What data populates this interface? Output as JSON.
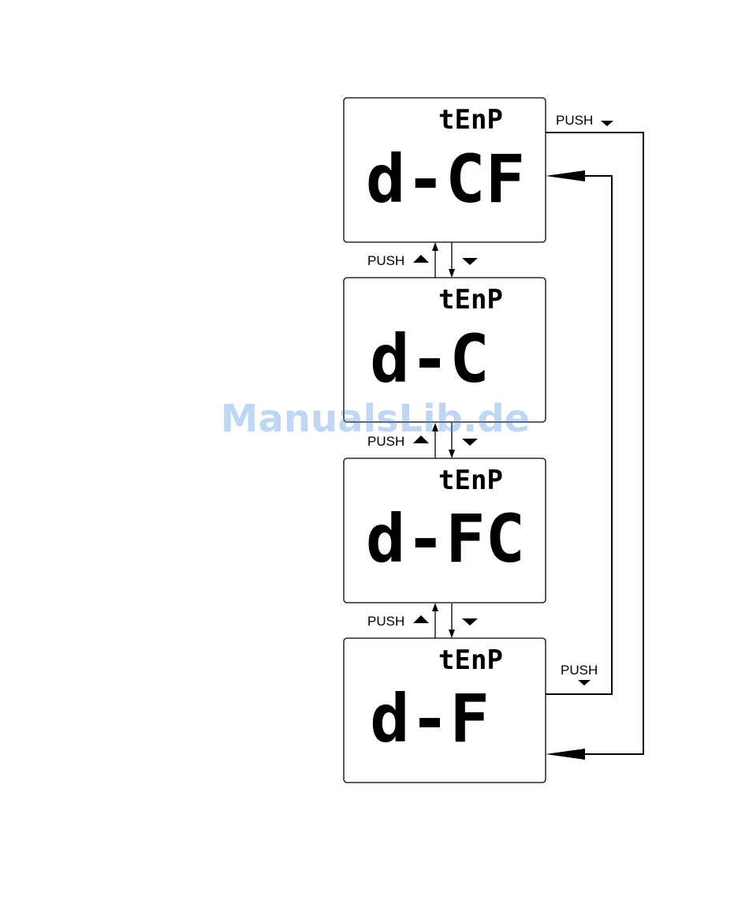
{
  "panels": [
    {
      "mode_label": "tEnP",
      "value": "d-CF"
    },
    {
      "mode_label": "tEnP",
      "value": "d-C"
    },
    {
      "mode_label": "tEnP",
      "value": "d-FC"
    },
    {
      "mode_label": "tEnP",
      "value": "d-F"
    }
  ],
  "push_label": "PUSH",
  "watermark": "ManualsLib.de",
  "colors": {
    "line": "#000000",
    "watermark": "#4d8fe0"
  }
}
